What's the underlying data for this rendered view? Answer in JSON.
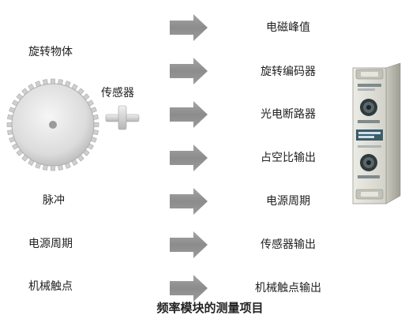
{
  "caption": "频率模块的测量项目",
  "inputs": [
    {
      "label": "旋转物体"
    },
    {
      "label": "脉冲"
    },
    {
      "label": "电源周期"
    },
    {
      "label": "机械触点"
    }
  ],
  "sensor_label": "传感器",
  "measurements": [
    {
      "label": "电磁峰值"
    },
    {
      "label": "旋转编码器"
    },
    {
      "label": "光电断路器"
    },
    {
      "label": "占空比输出"
    },
    {
      "label": "电源周期"
    },
    {
      "label": "传感器输出"
    },
    {
      "label": "机械触点输出"
    }
  ],
  "colors": {
    "arrow": "#8f8f8f",
    "gear": "#dcdcdc",
    "module_body": "#d9d9d2",
    "module_dark": "#2f3a3d"
  },
  "icons": [
    "gear-icon",
    "sensor-connector-icon",
    "right-arrow-icon",
    "frequency-module-icon"
  ]
}
